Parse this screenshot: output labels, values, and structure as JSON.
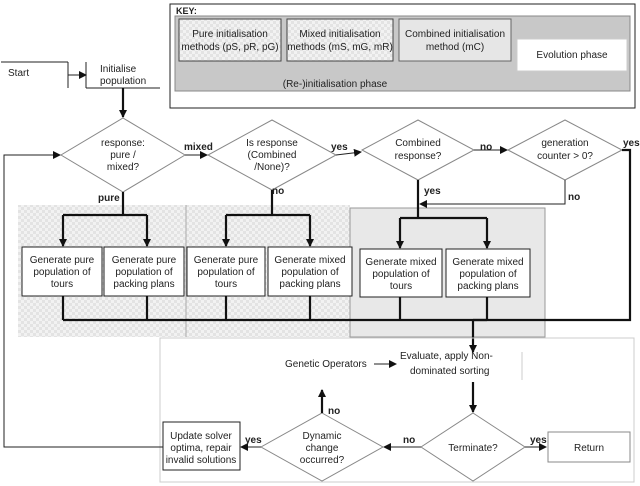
{
  "key": {
    "title": "KEY:",
    "pure": [
      "Pure initialisation",
      "methods (pS, pR, pG)"
    ],
    "mixed": [
      "Mixed initialisation",
      "methods (mS, mG, mR)"
    ],
    "combined": [
      "Combined initialisation",
      "method (mC)"
    ],
    "evolution": "Evolution phase",
    "reinit": "(Re-)initialisation phase"
  },
  "nodes": {
    "start": "Start",
    "initialise": [
      "Initialise",
      "population"
    ],
    "d_response": [
      "response:",
      "pure /",
      "mixed?"
    ],
    "d_is_response": [
      "Is response",
      "(Combined",
      "/None)?"
    ],
    "d_combined": [
      "Combined",
      "response?"
    ],
    "d_generation": [
      "generation",
      "counter > 0?"
    ],
    "gen_pure_tours": [
      "Generate pure",
      "population of",
      "tours"
    ],
    "gen_pure_pack": [
      "Generate pure",
      "population of",
      "packing plans"
    ],
    "gen_pure_tours2": [
      "Generate pure",
      "population of",
      "tours"
    ],
    "gen_mixed_pack": [
      "Generate mixed",
      "population of",
      "packing plans"
    ],
    "gen_mixed_tours": [
      "Generate mixed",
      "population of",
      "tours"
    ],
    "gen_mixed_pack2": [
      "Generate mixed",
      "population of",
      "packing plans"
    ],
    "genetic": "Genetic Operators",
    "evaluate": [
      "Evaluate, apply Non-",
      "dominated sorting"
    ],
    "d_dynamic": [
      "Dynamic",
      "change",
      "occurred?"
    ],
    "update": [
      "Update solver",
      "optima, repair",
      "invalid solutions"
    ],
    "d_terminate": "Terminate?",
    "return": "Return"
  },
  "edges": {
    "mixed": "mixed",
    "pure": "pure",
    "yes": "yes",
    "no": "no"
  }
}
